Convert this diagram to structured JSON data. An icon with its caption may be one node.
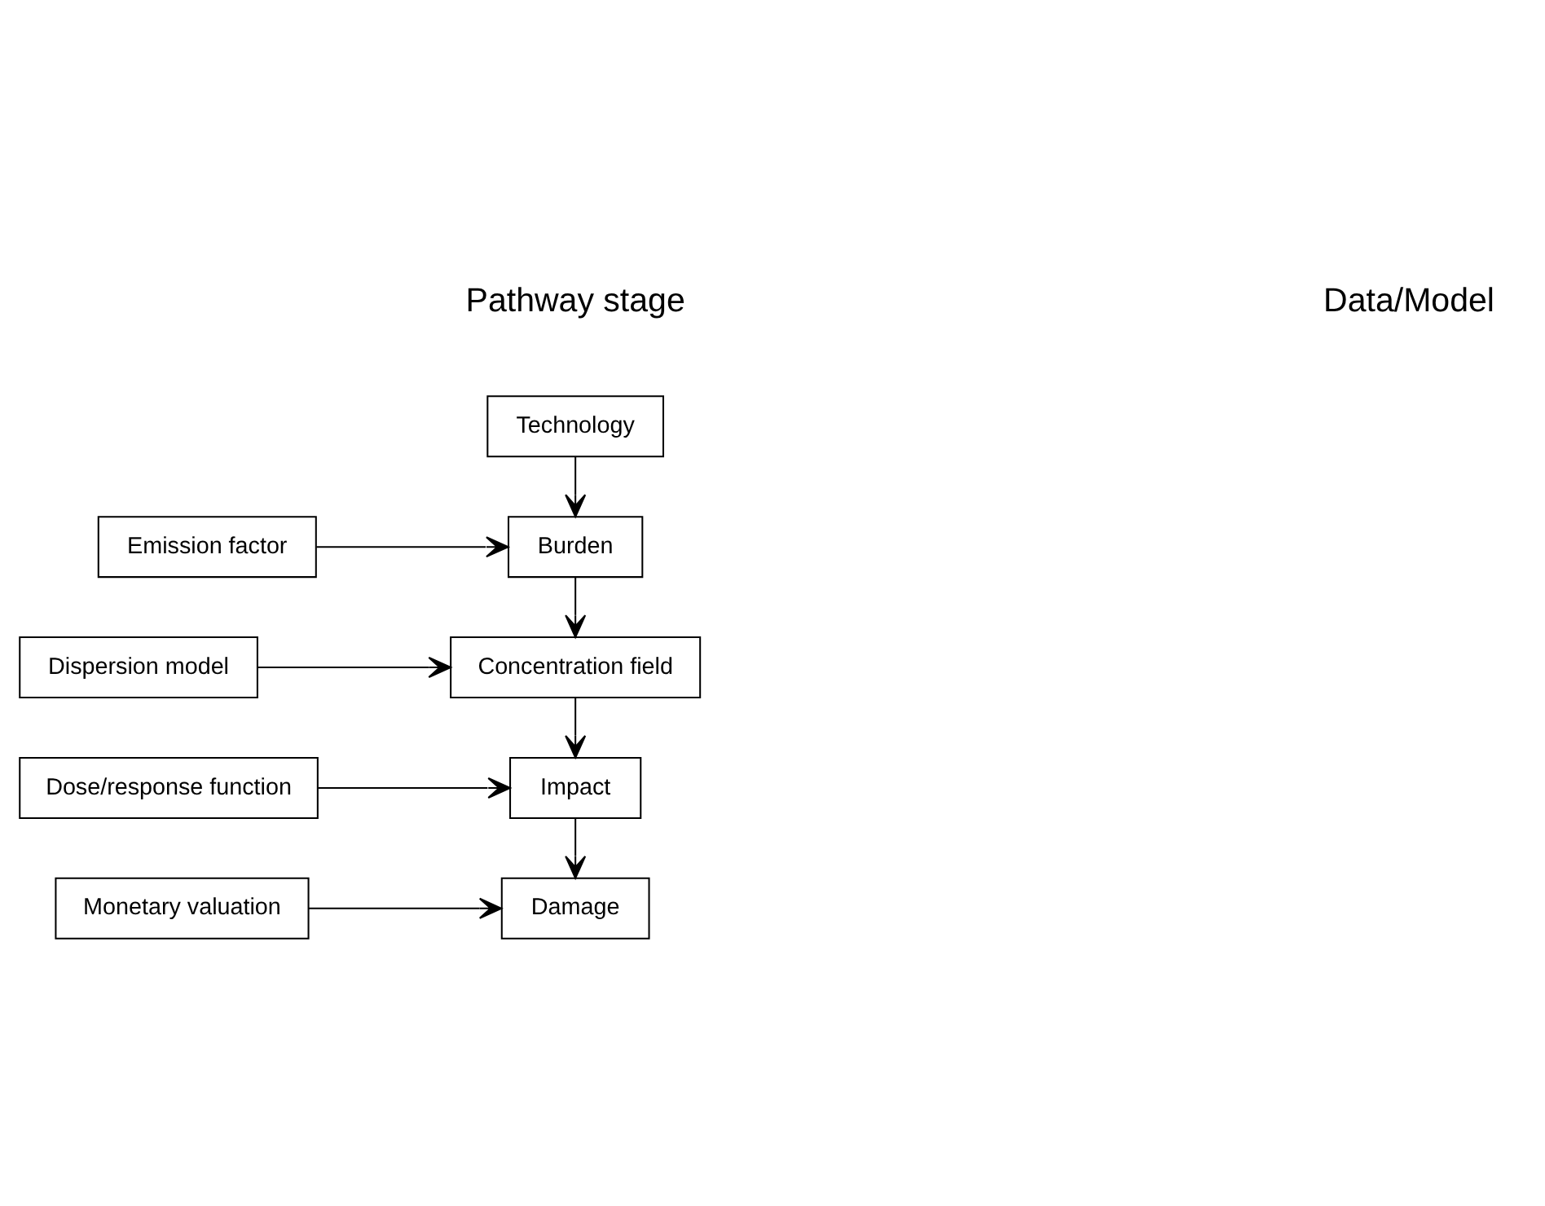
{
  "diagram": {
    "nodes": [
      {
        "text": [
          "Technology"
        ]
      },
      {
        "text": [
          "Emission factor"
        ]
      },
      {
        "text": [
          "Burden"
        ]
      },
      {
        "text": [
          "Dispersion model"
        ]
      },
      {
        "text": [
          "Concentration field"
        ]
      },
      {
        "text": [
          "Dose/response function"
        ]
      },
      {
        "text": [
          "Impact"
        ]
      },
      {
        "text": [
          "Monetary valuation"
        ]
      },
      {
        "text": [
          "Damage"
        ]
      }
    ],
    "edges": [
      {
        "from": 0,
        "to": 2,
        "arrow": "to"
      },
      {
        "from": 1,
        "to": 2,
        "arrow": "to"
      },
      {
        "from": 2,
        "to": 4,
        "arrow": "to"
      },
      {
        "from": 3,
        "to": 4,
        "arrow": "to"
      },
      {
        "from": 4,
        "to": 6,
        "arrow": "to"
      },
      {
        "from": 5,
        "to": 6,
        "arrow": "to"
      },
      {
        "from": 6,
        "to": 8,
        "arrow": "to"
      },
      {
        "from": 7,
        "to": 8,
        "arrow": "to"
      }
    ],
    "labels": [
      "Pathway stage",
      "Data/Model"
    ]
  }
}
